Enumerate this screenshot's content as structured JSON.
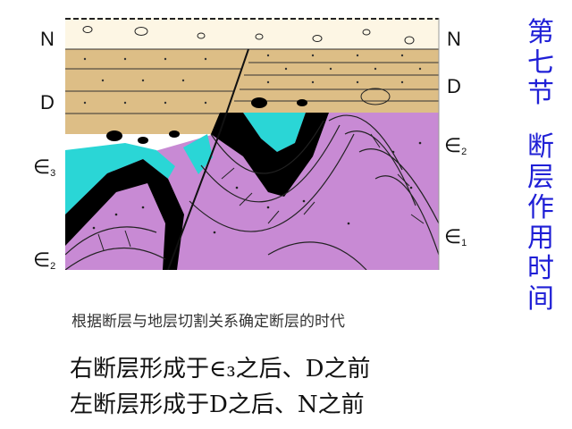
{
  "labels": {
    "n_left": "N",
    "d_left": "D",
    "c3_left": "∈3",
    "c2_left": "∈2",
    "n_right": "N",
    "d_right": "D",
    "c2_right": "∈2",
    "c1_right": "∈1"
  },
  "title": {
    "line1": "第七节",
    "line2": "断层作用时间"
  },
  "caption": "根据断层与地层切割关系确定断层的时代",
  "statements": {
    "right_fault": "右断层形成于∈₃之后、D之前",
    "left_fault": "左断层形成于D之后、N之前"
  },
  "colors": {
    "layer_N": "#fdf6e4",
    "layer_D": "#ddbe86",
    "layer_C3": "#2ad6d6",
    "layer_C2": "#c88ad4",
    "coal_layer": "#000000",
    "title": "#1f1fd6"
  }
}
